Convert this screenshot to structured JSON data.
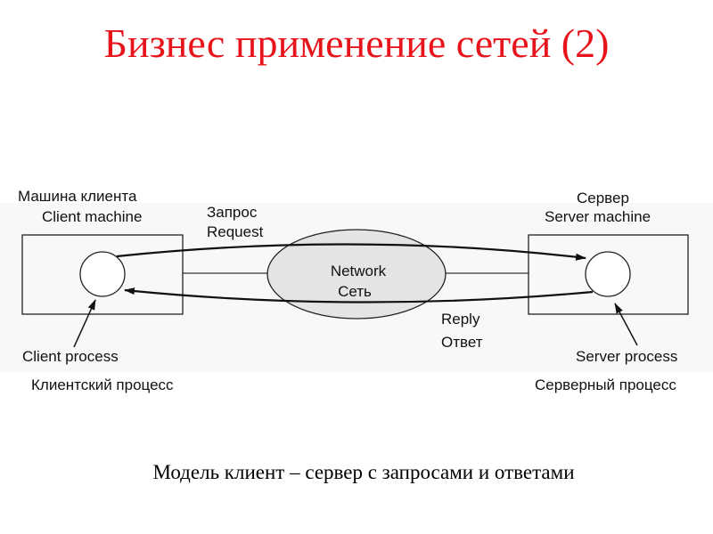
{
  "slide": {
    "title": "Бизнес применение сетей (2)",
    "caption": "Модель клиент – сервер с запросами и ответами"
  },
  "diagram": {
    "client_machine_ru": "Машина клиента",
    "client_machine_en": "Client machine",
    "server_machine_ru": "Сервер",
    "server_machine_en": "Server machine",
    "request_ru": "Запрос",
    "request_en": "Request",
    "reply_en": "Reply",
    "reply_ru": "Ответ",
    "network_en": "Network",
    "network_ru": "Сеть",
    "client_process_en": "Client process",
    "client_process_ru": "Клиентский процесс",
    "server_process_en": "Server process",
    "server_process_ru": "Серверный процесс"
  },
  "colors": {
    "title": "#e8141c",
    "network_fill": "#e4e4e4"
  }
}
